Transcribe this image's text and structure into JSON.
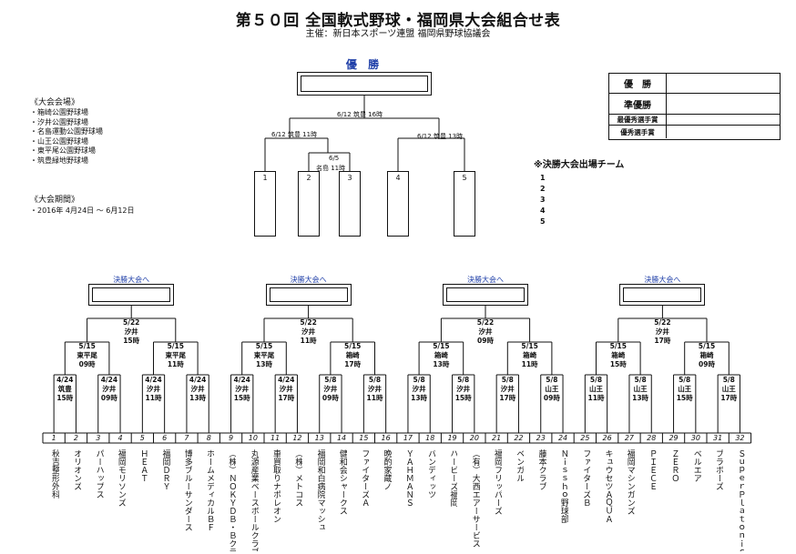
{
  "header": {
    "title": "第５０回 全国軟式野球・福岡県大会組合せ表",
    "subtitle": "主催：新日本スポーツ連盟 福岡県野球協議会"
  },
  "final": {
    "champion_label": "優 勝",
    "top_match": "6/12 筑豊 16時",
    "left_match": "6/12 筑豊 11時",
    "right_match": "6/12 筑豊 13時",
    "inner_match_date": "6/5",
    "inner_match_place": "名島 11時",
    "boxes": [
      "1",
      "2",
      "3",
      "4",
      "5"
    ]
  },
  "venues": {
    "heading": "《大会会場》",
    "items": [
      "・箱崎公園野球場",
      "・汐井公園野球場",
      "・名島運動公園野球場",
      "・山王公園野球場",
      "・東平尾公園野球場",
      "・筑豊緑地野球場"
    ]
  },
  "period": {
    "heading": "《大会期間》",
    "value": "・2016年 4月24日 ～ 6月12日"
  },
  "results_table": {
    "rows": [
      "優　勝",
      "準優勝",
      "最優秀選手賞",
      "優秀選手賞"
    ]
  },
  "qualifiers": {
    "heading": "※決勝大会出場チーム",
    "numbers": [
      "1",
      "2",
      "3",
      "4",
      "5"
    ]
  },
  "blocks": [
    {
      "label": "決勝大会へ",
      "final": {
        "date": "5/22",
        "place": "汐井",
        "time": "15時"
      },
      "semis": [
        {
          "date": "5/15",
          "place": "東平尾",
          "time": "09時"
        },
        {
          "date": "5/15",
          "place": "東平尾",
          "time": "11時"
        }
      ],
      "firsts": [
        {
          "date": "4/24",
          "place": "筑豊",
          "time": "15時"
        },
        {
          "date": "4/24",
          "place": "汐井",
          "time": "09時"
        },
        {
          "date": "4/24",
          "place": "汐井",
          "time": "11時"
        },
        {
          "date": "4/24",
          "place": "汐井",
          "time": "13時"
        }
      ]
    },
    {
      "label": "決勝大会へ",
      "final": {
        "date": "5/22",
        "place": "汐井",
        "time": "11時"
      },
      "semis": [
        {
          "date": "5/15",
          "place": "東平尾",
          "time": "13時"
        },
        {
          "date": "5/15",
          "place": "箱崎",
          "time": "17時"
        }
      ],
      "firsts": [
        {
          "date": "4/24",
          "place": "汐井",
          "time": "15時"
        },
        {
          "date": "4/24",
          "place": "汐井",
          "time": "17時"
        },
        {
          "date": "5/8",
          "place": "汐井",
          "time": "09時"
        },
        {
          "date": "5/8",
          "place": "汐井",
          "time": "11時"
        }
      ]
    },
    {
      "label": "決勝大会へ",
      "final": {
        "date": "5/22",
        "place": "汐井",
        "time": "09時"
      },
      "semis": [
        {
          "date": "5/15",
          "place": "箱崎",
          "time": "13時"
        },
        {
          "date": "5/15",
          "place": "箱崎",
          "time": "11時"
        }
      ],
      "firsts": [
        {
          "date": "5/8",
          "place": "汐井",
          "time": "13時"
        },
        {
          "date": "5/8",
          "place": "汐井",
          "time": "15時"
        },
        {
          "date": "5/8",
          "place": "汐井",
          "time": "17時"
        },
        {
          "date": "5/8",
          "place": "山王",
          "time": "09時"
        }
      ]
    },
    {
      "label": "決勝大会へ",
      "final": {
        "date": "5/22",
        "place": "汐井",
        "time": "17時"
      },
      "semis": [
        {
          "date": "5/15",
          "place": "箱崎",
          "time": "15時"
        },
        {
          "date": "5/15",
          "place": "箱崎",
          "time": "09時"
        }
      ],
      "firsts": [
        {
          "date": "5/8",
          "place": "山王",
          "time": "11時"
        },
        {
          "date": "5/8",
          "place": "山王",
          "time": "13時"
        },
        {
          "date": "5/8",
          "place": "山王",
          "time": "15時"
        },
        {
          "date": "5/8",
          "place": "山王",
          "time": "17時"
        }
      ]
    }
  ],
  "teams": [
    {
      "num": "1",
      "name": "秋吉整形外科"
    },
    {
      "num": "2",
      "name": "オリオンズ"
    },
    {
      "num": "3",
      "name": "パーハップス"
    },
    {
      "num": "4",
      "name": "福岡モリソンズ"
    },
    {
      "num": "5",
      "name": "ＨＥＡＴ"
    },
    {
      "num": "6",
      "name": "福岡ＤＲＹ"
    },
    {
      "num": "7",
      "name": "博多ブルーサンダース"
    },
    {
      "num": "8",
      "name": "ホームメディカルＢＦ"
    },
    {
      "num": "9",
      "name": "（株）ＮＯＫＹＤＢ・Ｂクラブ"
    },
    {
      "num": "10",
      "name": "丸源産業ベースボールクラブ"
    },
    {
      "num": "11",
      "name": "車買取りナポレオン"
    },
    {
      "num": "12",
      "name": "（株）メトコス"
    },
    {
      "num": "13",
      "name": "福岡和白病院マッシュ"
    },
    {
      "num": "14",
      "name": "健和会シャークス"
    },
    {
      "num": "15",
      "name": "ファイターズＡ"
    },
    {
      "num": "16",
      "name": "晩酌家蔵ノ"
    },
    {
      "num": "17",
      "name": "ＹＡＨＭＡＮＳ"
    },
    {
      "num": "18",
      "name": "バンディッツ"
    },
    {
      "num": "19",
      "name": "ハービーズ福岡"
    },
    {
      "num": "20",
      "name": "（有）大西エアーサービス"
    },
    {
      "num": "21",
      "name": "福岡フリッパーズ"
    },
    {
      "num": "22",
      "name": "ベンガル"
    },
    {
      "num": "23",
      "name": "藤本クラブ"
    },
    {
      "num": "24",
      "name": "Ｎｉｓｓｈｏ野球部"
    },
    {
      "num": "25",
      "name": "ファイターズＢ"
    },
    {
      "num": "26",
      "name": "キュウセツＡＱＵＡ"
    },
    {
      "num": "27",
      "name": "福岡マシンガンズ"
    },
    {
      "num": "28",
      "name": "ＰＩＥＣＥ"
    },
    {
      "num": "29",
      "name": "ＺＥＲＯ"
    },
    {
      "num": "30",
      "name": "ベルエア"
    },
    {
      "num": "31",
      "name": "ブラボーズ"
    },
    {
      "num": "32",
      "name": "ＳｕｐｅｒＰｌａｔｏｎｉｃｓ"
    }
  ]
}
